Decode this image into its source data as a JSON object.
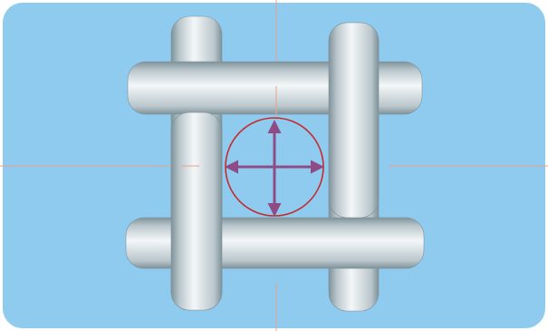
{
  "panel": {
    "background": "#8ecbef"
  },
  "weave": {
    "strand_fill": "#f4f7f8",
    "strand_shade": "#b9c6cc",
    "strand_edge": "#7f9299",
    "strand_count": 4
  },
  "guides": {
    "line_color": "#e8a190",
    "circle_color": "#c82a2c",
    "arrow_color": "#8e4c86",
    "arrow_directions": [
      "up",
      "down",
      "left",
      "right"
    ]
  }
}
